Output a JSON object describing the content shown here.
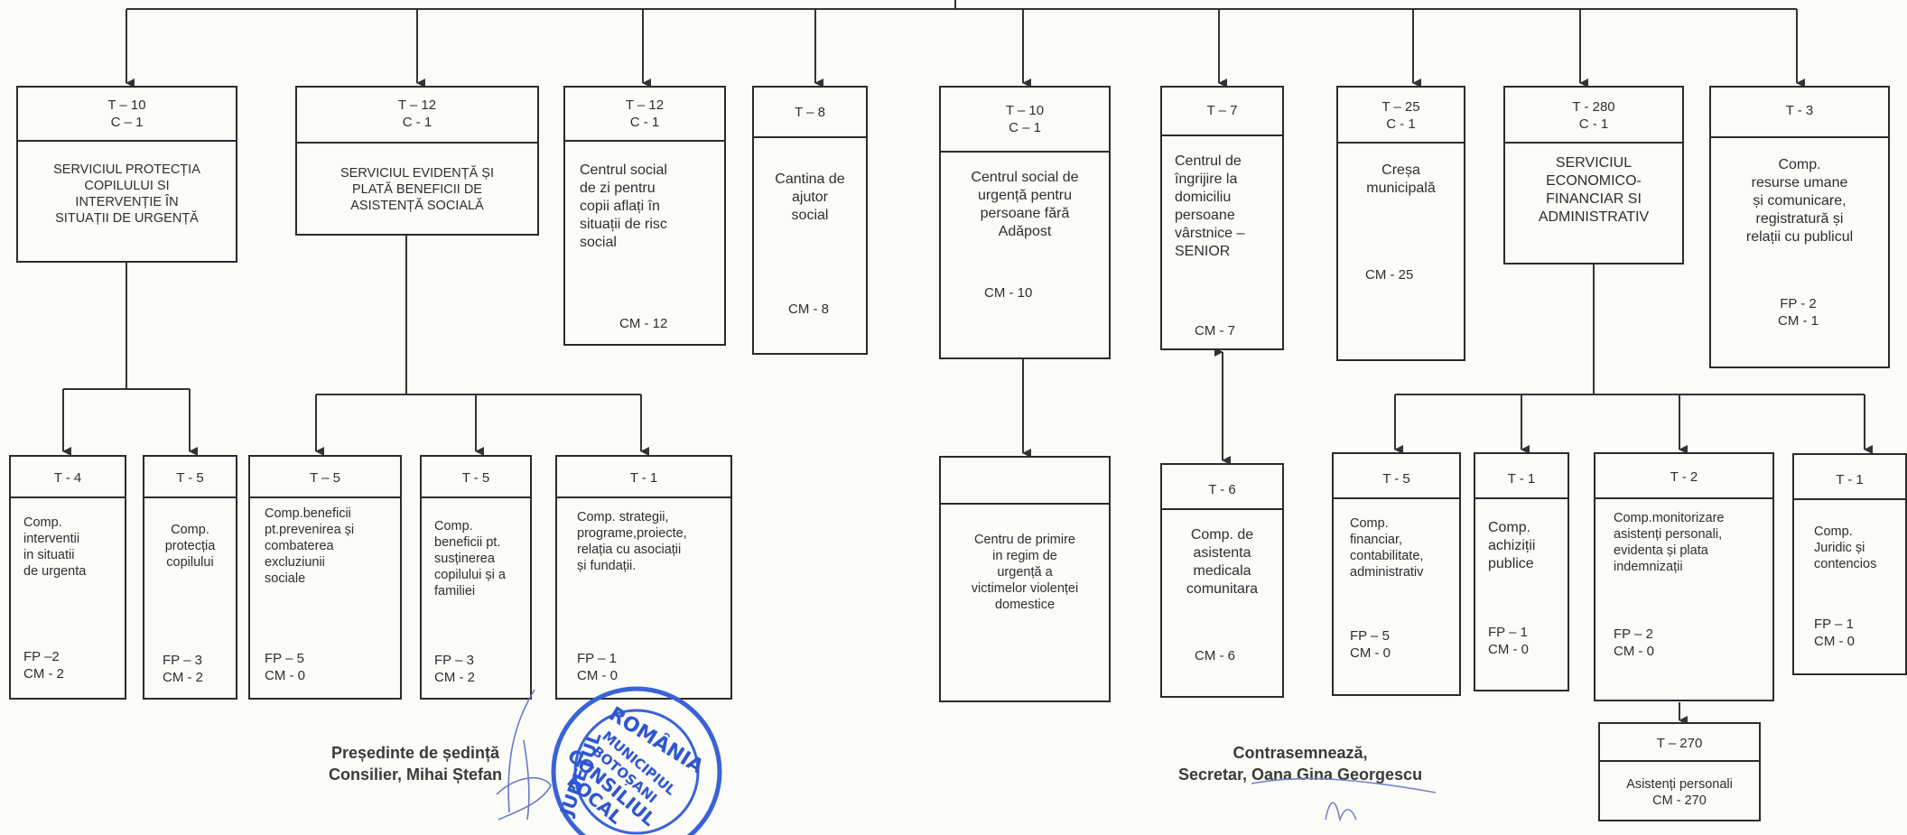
{
  "top_row": [
    {
      "hdr": [
        "T – 10",
        "C – 1"
      ],
      "title": "SERVICIUL  PROTECȚIA\nCOPILULUI SI\nINTERVENȚIE ÎN\nSITUAȚII DE URGENȚĂ",
      "foot": ""
    },
    {
      "hdr": [
        "T – 12",
        "C - 1"
      ],
      "title": "SERVICIUL EVIDENȚĂ ȘI\nPLATĂ BENEFICII DE\nASISTENȚĂ SOCIALĂ",
      "foot": ""
    },
    {
      "hdr": [
        "T – 12",
        "C - 1"
      ],
      "title": "Centrul social\nde zi pentru\ncopii aflați în\nsituații de risc\nsocial",
      "foot": "CM - 12"
    },
    {
      "hdr": [
        "T – 8"
      ],
      "title": "Cantina de\najutor\nsocial",
      "foot": "CM - 8"
    },
    {
      "hdr": [
        "T – 10",
        "C – 1"
      ],
      "title": "Centrul social de\nurgență pentru\npersoane fără\nAdăpost",
      "foot": "CM - 10"
    },
    {
      "hdr": [
        "T – 7"
      ],
      "title": "Centrul de\nîngrijire la\ndomiciliu\npersoane\nvârstnice –\nSENIOR",
      "foot": "CM - 7"
    },
    {
      "hdr": [
        "T – 25",
        "C - 1"
      ],
      "title": "Creșa\nmunicipală",
      "foot": "CM - 25"
    },
    {
      "hdr": [
        "T - 280",
        "C - 1"
      ],
      "title": "SERVICIUL\nECONOMICO-\nFINANCIAR SI\nADMINISTRATIV",
      "foot": ""
    },
    {
      "hdr": [
        "T - 3"
      ],
      "title": "Comp.\nresurse umane\nși comunicare,\nregistratură și\nrelații cu publicul",
      "foot": "FP - 2\nCM - 1"
    }
  ],
  "bottom_row": [
    {
      "hdr": [
        "T - 4"
      ],
      "title": "Comp.\ninterventii\nin situatii\nde urgenta",
      "foot": "FP –2\nCM - 2"
    },
    {
      "hdr": [
        "T - 5"
      ],
      "title": "Comp.\nprotecția\ncopilului",
      "foot": "FP – 3\nCM - 2"
    },
    {
      "hdr": [
        "T – 5"
      ],
      "title": "Comp.beneficii\npt.prevenirea și\ncombaterea\nexcluziunii\nsociale",
      "foot": "FP – 5\nCM - 0"
    },
    {
      "hdr": [
        "T - 5"
      ],
      "title": "Comp.\nbeneficii pt.\nsusținerea\ncopilului și a\nfamiliei",
      "foot": "FP – 3\nCM - 2"
    },
    {
      "hdr": [
        "T - 1"
      ],
      "title": "Comp. strategii,\nprograme,proiecte,\nrelația cu asociații\nși fundații.",
      "foot": "FP – 1\nCM - 0"
    },
    {
      "hdr": [],
      "title": "Centru de primire\nin regim de\nurgență a\nvictimelor violenței\ndomestice",
      "foot": ""
    },
    {
      "hdr": [
        "T - 6"
      ],
      "title": "Comp. de\nasistenta\nmedicala\ncomunitara",
      "foot": "CM - 6"
    },
    {
      "hdr": [
        "T - 5"
      ],
      "title": "Comp.\nfinanciar,\ncontabilitate,\nadministrativ",
      "foot": "FP – 5\nCM - 0"
    },
    {
      "hdr": [
        "T - 1"
      ],
      "title": "Comp.\nachiziții\npublice",
      "foot": "FP – 1\nCM - 0"
    },
    {
      "hdr": [
        "T - 2"
      ],
      "title": "Comp.monitorizare\nasistenți personali,\nevidenta și plata\nindemnizații",
      "foot": "FP – 2\nCM - 0"
    },
    {
      "hdr": [
        "T - 1"
      ],
      "title": "Comp.\nJuridic și\ncontencios",
      "foot": "FP – 1\nCM - 0"
    }
  ],
  "extra": {
    "hdr": [
      "T – 270"
    ],
    "title": "Asistenți personali\nCM - 270"
  },
  "signatures": {
    "left": [
      "Președinte de ședință",
      "Consilier, Mihai Ștefan"
    ],
    "right": [
      "Contrasemnează,",
      "Secretar, Oana Gina Georgescu"
    ]
  },
  "stamp_text": "ROMÂNIA • MUNICIPIUL BOTOȘANI • CONSILIUL LOCAL • JUDEȚUL"
}
